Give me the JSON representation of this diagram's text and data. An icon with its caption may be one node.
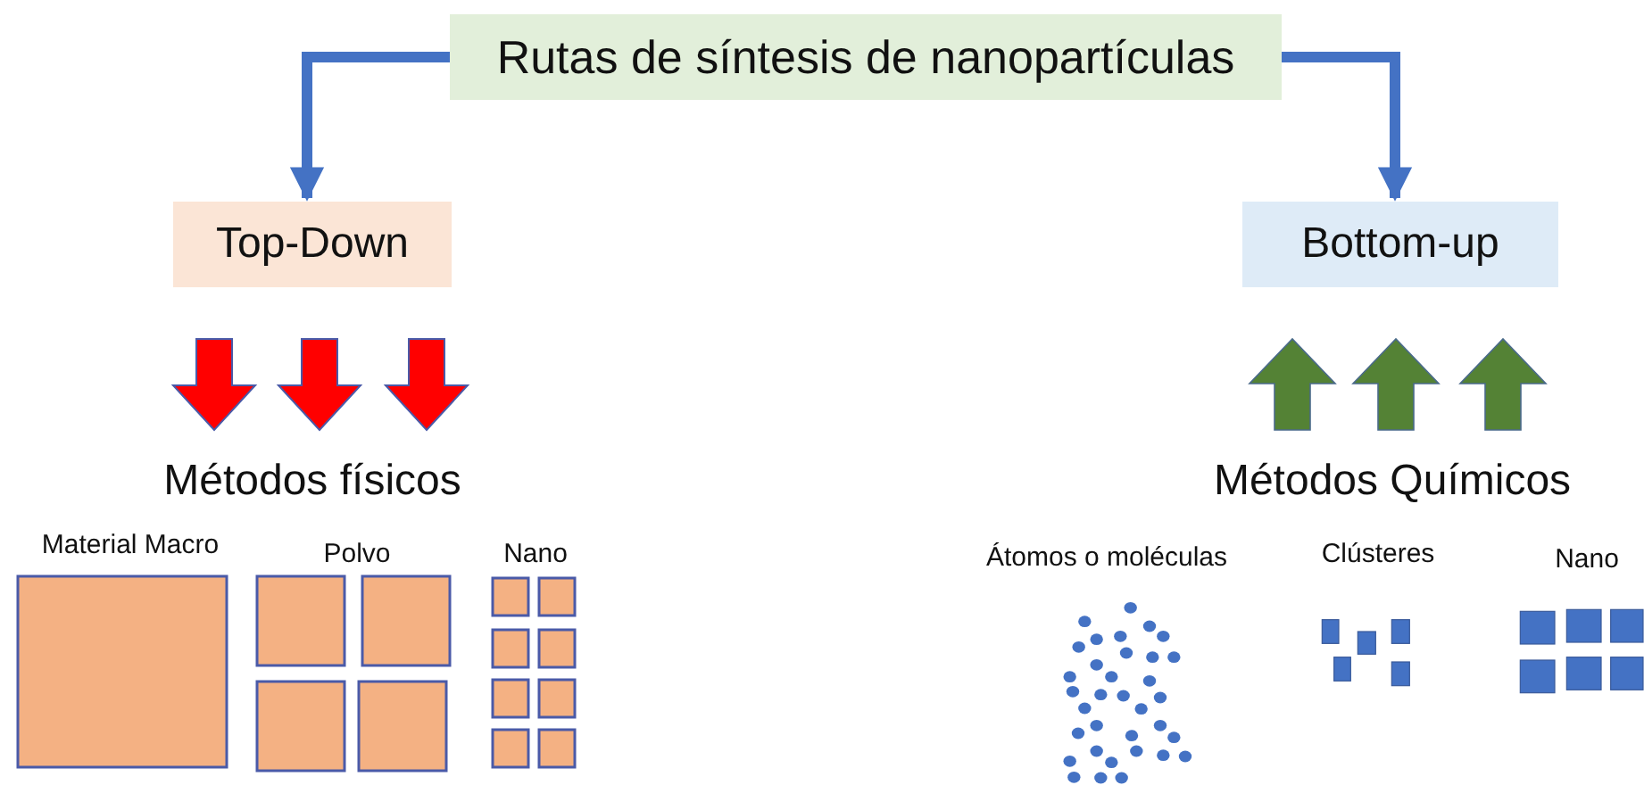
{
  "diagram": {
    "nodes": [
      {
        "text": [
          "Rutas de síntesis de nanopartículas"
        ]
      },
      {
        "text": [
          "Top-Down"
        ]
      },
      {
        "text": [
          "Bottom-up"
        ]
      }
    ],
    "edges": [
      {
        "from": 0,
        "to": 1,
        "arrow": "to"
      },
      {
        "from": 0,
        "to": 2,
        "arrow": "to"
      }
    ],
    "labels": [
      "Métodos físicos",
      "Métodos Químicos",
      "Material Macro",
      "Polvo",
      "Nano",
      "Átomos o moléculas",
      "Clústeres",
      "Nano"
    ]
  }
}
